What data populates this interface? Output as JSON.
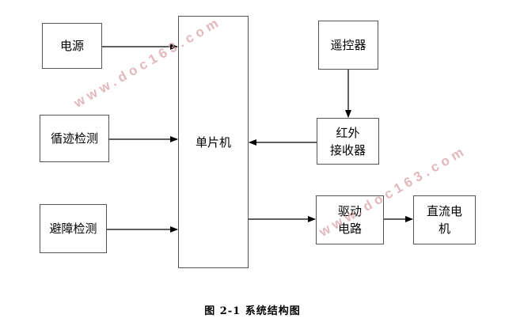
{
  "blocks": {
    "power": "电源",
    "line_detect": "循迹检测",
    "obstacle_detect": "避障检测",
    "mcu": "单片机",
    "remote": "遥控器",
    "ir_receiver": [
      "红外",
      "接收器"
    ],
    "driver": [
      "驱动",
      "电路"
    ],
    "dc_motor": [
      "直流电",
      "机"
    ]
  },
  "watermark": "www.doc163.com",
  "caption": "图 2-1  系统结构图",
  "colors": {
    "border": "#555555",
    "arrow": "#000000",
    "watermark": "#d9a0a8"
  }
}
